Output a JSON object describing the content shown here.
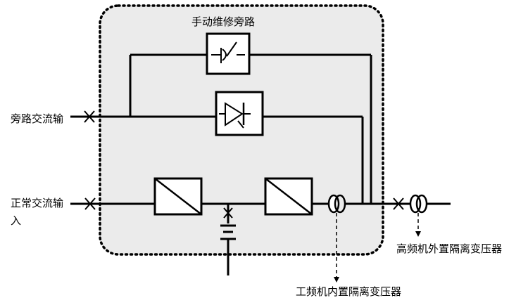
{
  "labels": {
    "manual_bypass": "手动维修旁路",
    "bypass_input": "旁路交流输",
    "normal_input_line1": "正常交流输",
    "normal_input_line2": "入",
    "hf_external_transformer": "高频机外置隔离变压器",
    "lf_internal_transformer": "工频机内置隔离变压器"
  },
  "colors": {
    "line": "#000000",
    "cabinet_fill": "#ebebeb",
    "background": "#ffffff"
  }
}
